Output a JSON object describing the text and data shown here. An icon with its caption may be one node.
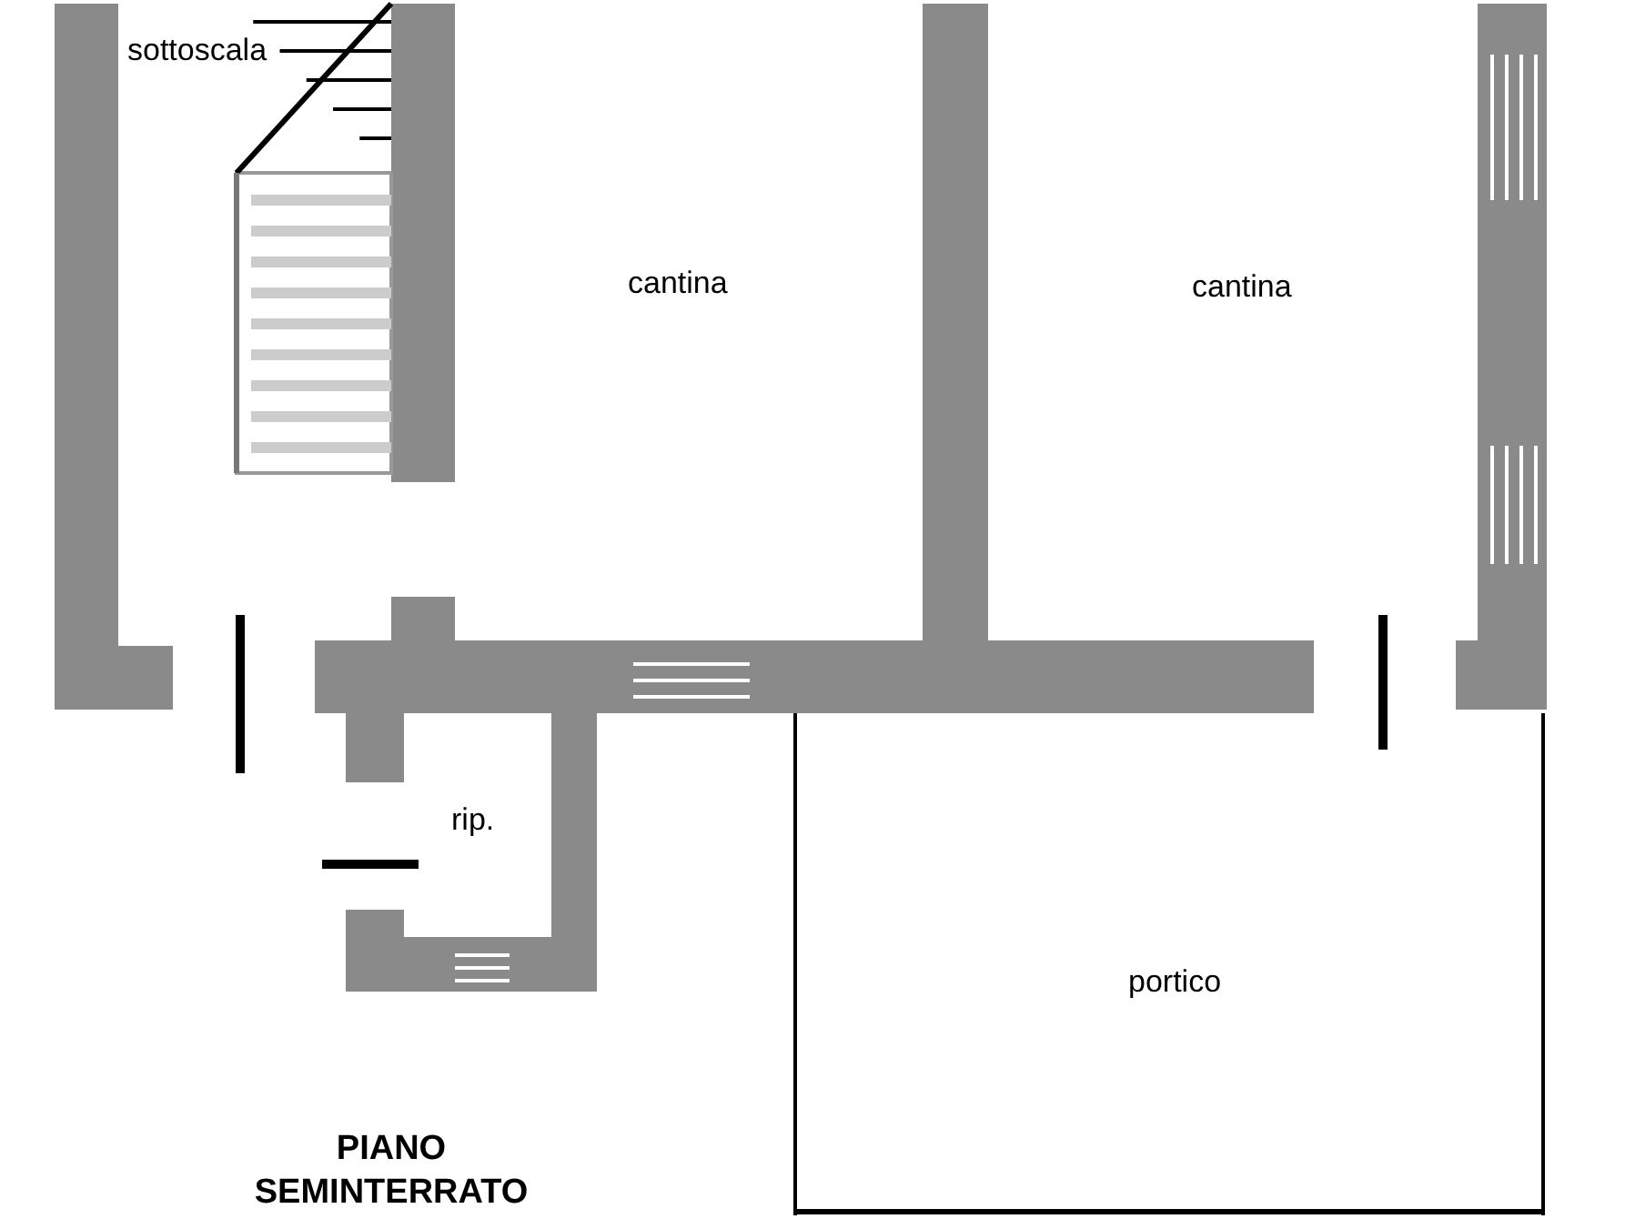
{
  "diagram": {
    "title": "PIANO SEMINTERRATO",
    "labels": [
      "sottoscala",
      "cantina",
      "cantina",
      "rip.",
      "portico"
    ]
  }
}
